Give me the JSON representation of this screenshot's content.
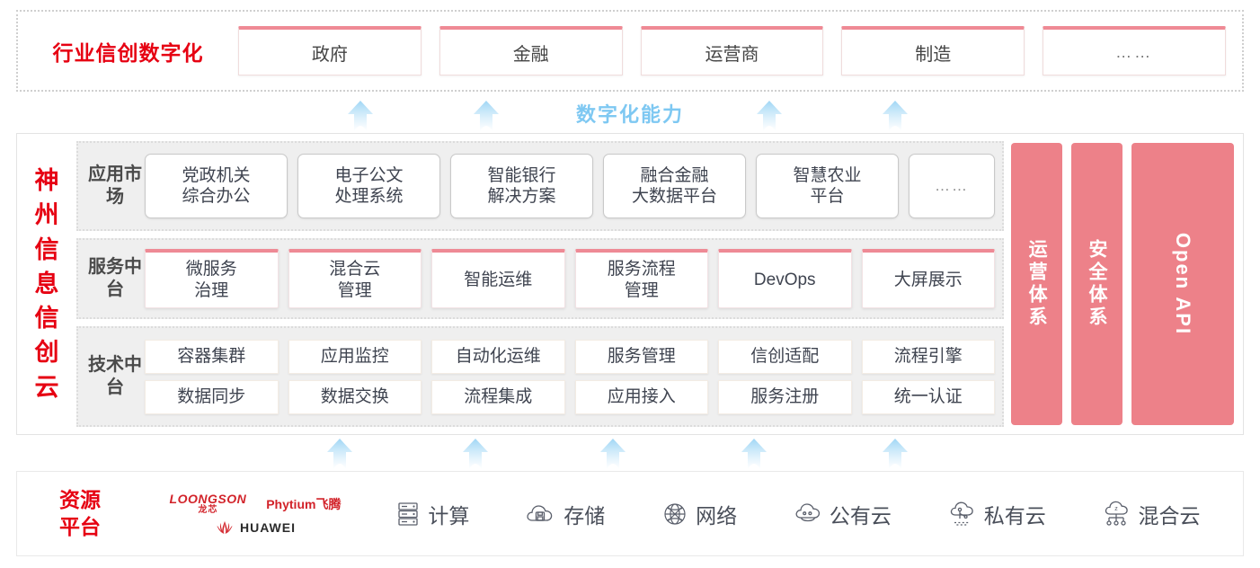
{
  "industry": {
    "title": "行业信创数字化",
    "cards": [
      "政府",
      "金融",
      "运营商",
      "制造",
      "……"
    ]
  },
  "capability": {
    "label": "数字化能力",
    "color": "#7ec8f2",
    "top_arrow_count": 4,
    "bottom_arrow_count": 5
  },
  "cloud": {
    "title": "神州信息信创云",
    "title_chars": [
      "神",
      "州",
      "信",
      "息",
      "信",
      "创",
      "云"
    ],
    "accent_color": "#e60012",
    "rows": [
      {
        "label": "应用市场",
        "items": [
          "党政机关\n综合办公",
          "电子公文\n处理系统",
          "智能银行\n解决方案",
          "融合金融\n大数据平台",
          "智慧农业\n平台",
          "……"
        ]
      },
      {
        "label": "服务中台",
        "items": [
          "微服务\n治理",
          "混合云\n管理",
          "智能运维",
          "服务流程\n管理",
          "DevOps",
          "大屏展示"
        ]
      },
      {
        "label": "技术中台",
        "rows": [
          [
            "容器集群",
            "应用监控",
            "自动化运维",
            "服务管理",
            "信创适配",
            "流程引擎"
          ],
          [
            "数据同步",
            "数据交换",
            "流程集成",
            "应用接入",
            "服务注册",
            "统一认证"
          ]
        ]
      }
    ],
    "pillars": [
      {
        "text": "运营体系",
        "type": "cn"
      },
      {
        "text": "安全体系",
        "type": "cn"
      },
      {
        "text": "Open API",
        "type": "en"
      }
    ],
    "pillar_color": "#ed8189"
  },
  "resource": {
    "title": "资源平台",
    "vendors": [
      {
        "name": "LOONGSON",
        "sub": "龙芯",
        "icon": "loongson-logo"
      },
      {
        "name": "Phytium飞腾",
        "icon": "phytium-logo"
      },
      {
        "name": "HUAWEI",
        "icon": "huawei-logo"
      }
    ],
    "items": [
      {
        "label": "计算",
        "icon": "server-rack-icon"
      },
      {
        "label": "存储",
        "icon": "cloud-storage-icon"
      },
      {
        "label": "网络",
        "icon": "network-globe-icon"
      },
      {
        "label": "公有云",
        "icon": "public-cloud-icon"
      },
      {
        "label": "私有云",
        "icon": "private-cloud-icon"
      },
      {
        "label": "混合云",
        "icon": "hybrid-cloud-icon"
      }
    ]
  }
}
